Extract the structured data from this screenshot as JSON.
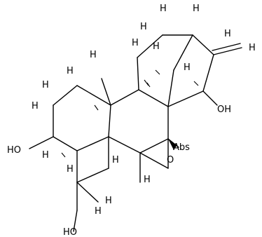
{
  "molecule": {
    "labels": {
      "h": "H",
      "oh": "OH",
      "ho": "HO",
      "o": "O",
      "abs": "Abs"
    }
  }
}
